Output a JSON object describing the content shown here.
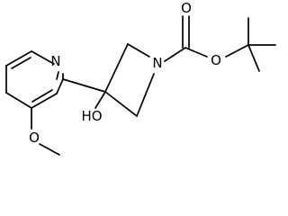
{
  "molecule": {
    "atoms": {
      "pyridine_n": "N",
      "azetidine_n": "N",
      "hydroxyl": "HO",
      "methoxy_o": "O",
      "carbonyl_o": "O",
      "ester_o": "O"
    }
  }
}
